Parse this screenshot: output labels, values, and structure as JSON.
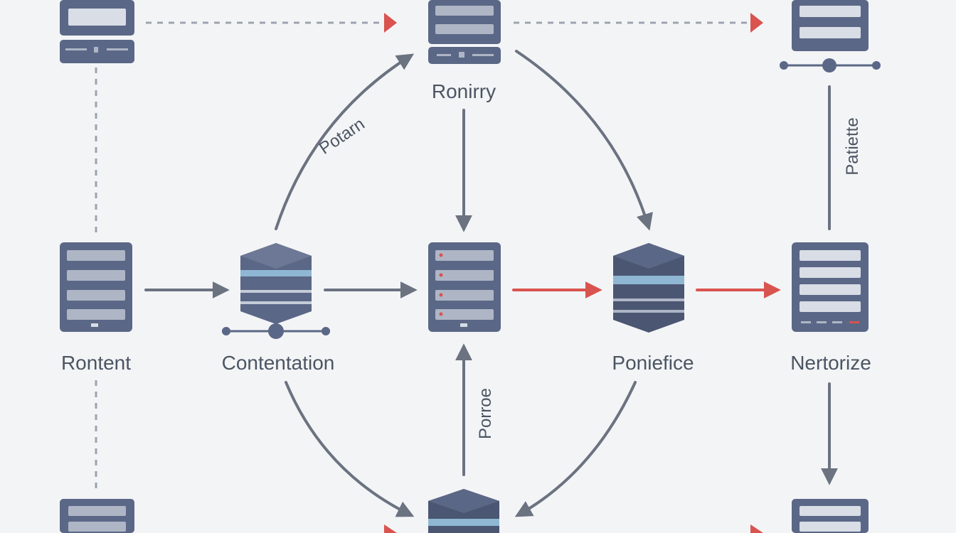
{
  "labels": {
    "ronirry": "Ronirry",
    "rontent": "Rontent",
    "contentation": "Contentation",
    "poniefice": "Poniefice",
    "nertorize": "Nertorize",
    "potarn": "Potarn",
    "patiette": "Patiette",
    "porroe": "Porroe"
  },
  "colors": {
    "server": "#5b6786",
    "server_dark": "#4b5672",
    "slot": "#aeb6c6",
    "accent_blue": "#8fb7d4",
    "arrow": "#6b7280",
    "arrow_red": "#d9534f",
    "dashed": "#9ca3af",
    "text": "#4b5563",
    "background": "#f3f4f6"
  }
}
